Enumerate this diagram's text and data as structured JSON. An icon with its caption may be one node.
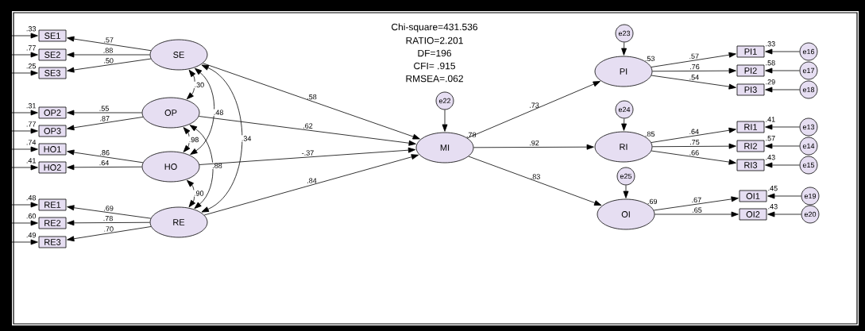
{
  "diagram": {
    "nodes": [
      {
        "text": [
          "SE1"
        ],
        "beside": [
          ".33"
        ]
      },
      {
        "text": [
          "SE2"
        ],
        "beside": [
          ".77"
        ]
      },
      {
        "text": [
          "SE3"
        ],
        "beside": [
          ".25"
        ]
      },
      {
        "text": [
          "SE"
        ]
      },
      {
        "text": [
          "OP2"
        ],
        "beside": [
          ".31"
        ]
      },
      {
        "text": [
          "OP3"
        ],
        "beside": [
          ".77"
        ]
      },
      {
        "text": [
          "OP"
        ]
      },
      {
        "text": [
          "HO1"
        ],
        "beside": [
          ".74"
        ]
      },
      {
        "text": [
          "HO2"
        ],
        "beside": [
          ".41"
        ]
      },
      {
        "text": [
          "HO"
        ]
      },
      {
        "text": [
          "RE1"
        ],
        "beside": [
          ".48"
        ]
      },
      {
        "text": [
          "RE2"
        ],
        "beside": [
          ".60"
        ]
      },
      {
        "text": [
          "RE3"
        ],
        "beside": [
          ".49"
        ]
      },
      {
        "text": [
          "RE"
        ]
      },
      {
        "text": [
          "e22"
        ]
      },
      {
        "text": [
          "MI"
        ],
        "beside": [
          ".78"
        ]
      },
      {
        "text": [
          "e23"
        ]
      },
      {
        "text": [
          "PI"
        ],
        "beside": [
          ".53"
        ]
      },
      {
        "text": [
          "PI1"
        ],
        "beside": [
          ".33"
        ]
      },
      {
        "text": [
          "PI2"
        ],
        "beside": [
          ".58"
        ]
      },
      {
        "text": [
          "PI3"
        ],
        "beside": [
          ".29"
        ]
      },
      {
        "text": [
          "e16"
        ]
      },
      {
        "text": [
          "e17"
        ]
      },
      {
        "text": [
          "e18"
        ]
      },
      {
        "text": [
          "e24"
        ]
      },
      {
        "text": [
          "RI"
        ],
        "beside": [
          ".85"
        ]
      },
      {
        "text": [
          "RI1"
        ],
        "beside": [
          ".41"
        ]
      },
      {
        "text": [
          "RI2"
        ],
        "beside": [
          ".57"
        ]
      },
      {
        "text": [
          "RI3"
        ],
        "beside": [
          ".43"
        ]
      },
      {
        "text": [
          "e13"
        ]
      },
      {
        "text": [
          "e14"
        ]
      },
      {
        "text": [
          "e15"
        ]
      },
      {
        "text": [
          "e25"
        ]
      },
      {
        "text": [
          "OI"
        ],
        "beside": [
          ".69"
        ]
      },
      {
        "text": [
          "OI1"
        ],
        "beside": [
          ".45"
        ]
      },
      {
        "text": [
          "OI2"
        ],
        "beside": [
          ".43"
        ]
      },
      {
        "text": [
          "e19"
        ]
      },
      {
        "text": [
          "e20"
        ]
      }
    ],
    "edges": [
      {
        "from": null,
        "to": 0,
        "arrow": "to"
      },
      {
        "from": null,
        "to": 1,
        "arrow": "to"
      },
      {
        "from": null,
        "to": 2,
        "arrow": "to"
      },
      {
        "from": null,
        "to": 4,
        "arrow": "to"
      },
      {
        "from": null,
        "to": 5,
        "arrow": "to"
      },
      {
        "from": null,
        "to": 7,
        "arrow": "to"
      },
      {
        "from": null,
        "to": 8,
        "arrow": "to"
      },
      {
        "from": null,
        "to": 10,
        "arrow": "to"
      },
      {
        "from": null,
        "to": 11,
        "arrow": "to"
      },
      {
        "from": null,
        "to": 12,
        "arrow": "to"
      },
      {
        "from": 3,
        "to": 0,
        "arrow": "to",
        "label": ".57"
      },
      {
        "from": 3,
        "to": 1,
        "arrow": "to",
        "label": ".88"
      },
      {
        "from": 3,
        "to": 2,
        "arrow": "to",
        "label": ".50"
      },
      {
        "from": 6,
        "to": 4,
        "arrow": "to",
        "label": ".55"
      },
      {
        "from": 6,
        "to": 5,
        "arrow": "to",
        "label": ".87"
      },
      {
        "from": 9,
        "to": 7,
        "arrow": "to",
        "label": ".86"
      },
      {
        "from": 9,
        "to": 8,
        "arrow": "to",
        "label": ".64"
      },
      {
        "from": 13,
        "to": 10,
        "arrow": "to",
        "label": ".69"
      },
      {
        "from": 13,
        "to": 11,
        "arrow": "to",
        "label": ".78"
      },
      {
        "from": 13,
        "to": 12,
        "arrow": "to",
        "label": ".70"
      },
      {
        "from": 3,
        "to": 6,
        "arrow": "both",
        "label": ".30"
      },
      {
        "from": 3,
        "to": 9,
        "arrow": "both",
        "label": ".48"
      },
      {
        "from": 3,
        "to": 13,
        "arrow": "both",
        "label": ".34"
      },
      {
        "from": 6,
        "to": 9,
        "arrow": "both",
        "label": ".98"
      },
      {
        "from": 6,
        "to": 13,
        "arrow": "both",
        "label": ".88"
      },
      {
        "from": 9,
        "to": 13,
        "arrow": "both",
        "label": ".90"
      },
      {
        "from": 3,
        "to": 15,
        "arrow": "to",
        "label": ".58"
      },
      {
        "from": 6,
        "to": 15,
        "arrow": "to",
        "label": ".62"
      },
      {
        "from": 9,
        "to": 15,
        "arrow": "to",
        "label": "-.37"
      },
      {
        "from": 13,
        "to": 15,
        "arrow": "to",
        "label": ".84"
      },
      {
        "from": 14,
        "to": 15,
        "arrow": "to"
      },
      {
        "from": 15,
        "to": 17,
        "arrow": "to",
        "label": ".73"
      },
      {
        "from": 15,
        "to": 25,
        "arrow": "to",
        "label": ".92"
      },
      {
        "from": 15,
        "to": 33,
        "arrow": "to",
        "label": ".83"
      },
      {
        "from": 16,
        "to": 17,
        "arrow": "to"
      },
      {
        "from": 24,
        "to": 25,
        "arrow": "to"
      },
      {
        "from": 32,
        "to": 33,
        "arrow": "to"
      },
      {
        "from": 17,
        "to": 18,
        "arrow": "to",
        "label": ".57"
      },
      {
        "from": 17,
        "to": 19,
        "arrow": "to",
        "label": ".76"
      },
      {
        "from": 17,
        "to": 20,
        "arrow": "to",
        "label": ".54"
      },
      {
        "from": 25,
        "to": 26,
        "arrow": "to",
        "label": ".64"
      },
      {
        "from": 25,
        "to": 27,
        "arrow": "to",
        "label": ".75"
      },
      {
        "from": 25,
        "to": 28,
        "arrow": "to",
        "label": ".66"
      },
      {
        "from": 33,
        "to": 34,
        "arrow": "to",
        "label": ".67"
      },
      {
        "from": 33,
        "to": 35,
        "arrow": "to",
        "label": ".65"
      },
      {
        "from": 21,
        "to": 18,
        "arrow": "to"
      },
      {
        "from": 22,
        "to": 19,
        "arrow": "to"
      },
      {
        "from": 23,
        "to": 20,
        "arrow": "to"
      },
      {
        "from": 29,
        "to": 26,
        "arrow": "to"
      },
      {
        "from": 30,
        "to": 27,
        "arrow": "to"
      },
      {
        "from": 31,
        "to": 28,
        "arrow": "to"
      },
      {
        "from": 36,
        "to": 34,
        "arrow": "to"
      },
      {
        "from": 37,
        "to": 35,
        "arrow": "to"
      }
    ],
    "labels": [
      "Chi-square=431.536",
      "RATIO=2.201",
      "DF=196",
      "CFI= .915",
      "RMSEA=.062"
    ]
  }
}
